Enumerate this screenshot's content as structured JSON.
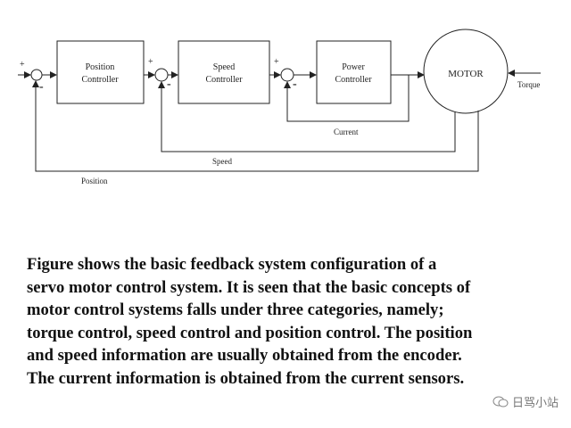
{
  "diagram": {
    "blocks": {
      "position_controller": [
        "Position",
        "Controller"
      ],
      "speed_controller": [
        "Speed",
        "Controller"
      ],
      "power_controller": [
        "Power",
        "Controller"
      ],
      "motor": "MOTOR"
    },
    "signs": {
      "plus": "+",
      "minus": "-"
    },
    "labels": {
      "torque": "Torque",
      "current": "Current",
      "speed": "Speed",
      "position": "Position"
    }
  },
  "paragraph": {
    "lines": [
      "Figure shows the basic feedback system configuration of a",
      "servo motor control system. It is seen that the basic concepts of",
      "motor control systems falls under three categories, namely;",
      "torque control, speed control and position control. The position",
      "and speed information are usually obtained from the encoder.",
      "The current information is obtained from the current sensors."
    ]
  },
  "watermark": {
    "text": "日骂小站"
  }
}
